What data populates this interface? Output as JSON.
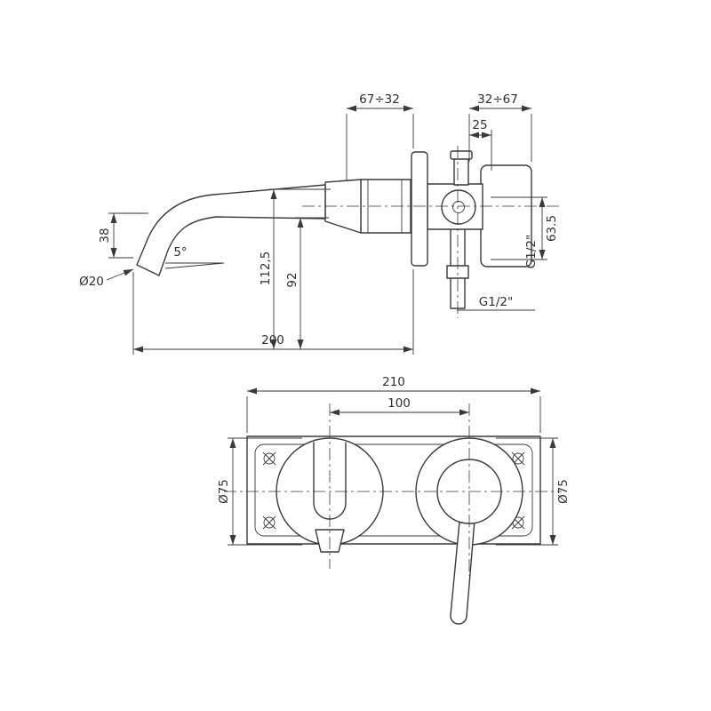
{
  "meta": {
    "background": "#ffffff",
    "line_color": "#3a3a3a",
    "description": "Wall-mounted basin mixer tap dimensional drawing (side view and front view)"
  },
  "side_view": {
    "dim_depth_front": "67÷32",
    "dim_depth_back": "32÷67",
    "dim_handle": "25",
    "dim_box_height": "63.5",
    "thread_side": "G1/2\"",
    "thread_bottom": "G1/2\"",
    "dim_spout_drop": "38",
    "spout_angle": "5°",
    "spout_diameter": "Ø20",
    "dim_height_upper": "112,5",
    "dim_height_lower": "92",
    "dim_spout_reach": "200"
  },
  "front_view": {
    "dim_plate_width": "210",
    "dim_centers": "100",
    "dim_rosette_left": "Ø75",
    "dim_rosette_right": "Ø75"
  }
}
